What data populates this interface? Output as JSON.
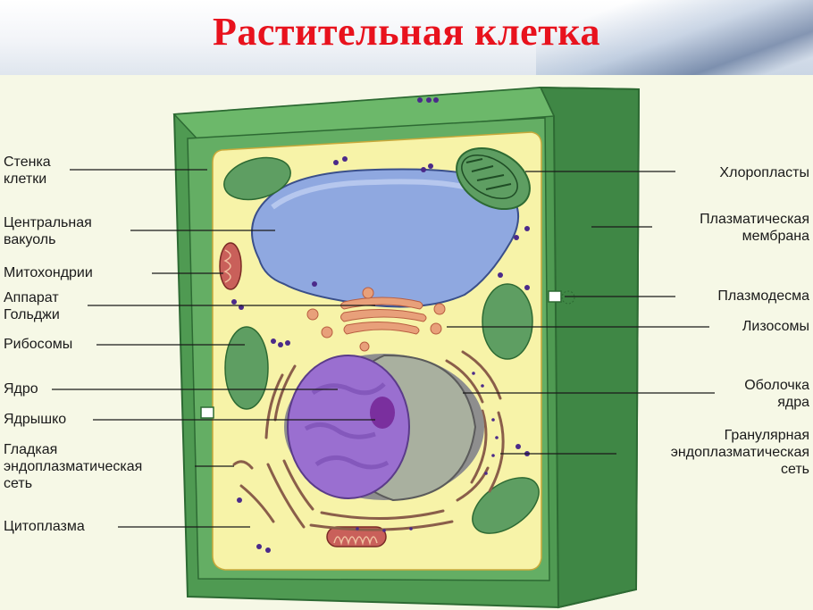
{
  "title": "Растительная клетка",
  "labels_left": [
    {
      "id": "cell-wall",
      "lines": [
        "Стенка",
        "клетки"
      ]
    },
    {
      "id": "central-vacuole",
      "lines": [
        "Центральная",
        "вакуоль"
      ]
    },
    {
      "id": "mitochondria",
      "lines": [
        "Митохондрии"
      ]
    },
    {
      "id": "golgi",
      "lines": [
        "Аппарат",
        "Гольджи"
      ]
    },
    {
      "id": "ribosomes",
      "lines": [
        "Рибосомы"
      ]
    },
    {
      "id": "nucleus",
      "lines": [
        "Ядро"
      ]
    },
    {
      "id": "nucleolus",
      "lines": [
        "Ядрышко"
      ]
    },
    {
      "id": "smooth-er",
      "lines": [
        "Гладкая",
        "эндоплазматическая",
        "сеть"
      ]
    },
    {
      "id": "cytoplasm",
      "lines": [
        "Цитоплазма"
      ]
    }
  ],
  "labels_right": [
    {
      "id": "chloroplasts",
      "lines": [
        "Хлоропласты"
      ]
    },
    {
      "id": "plasma-membrane",
      "lines": [
        "Плазматическая",
        "мембрана"
      ]
    },
    {
      "id": "plasmodesma",
      "lines": [
        "Плазмодесма"
      ]
    },
    {
      "id": "lysosomes",
      "lines": [
        "Лизосомы"
      ]
    },
    {
      "id": "nuclear-envelope",
      "lines": [
        "Оболочка",
        "ядра"
      ]
    },
    {
      "id": "rough-er",
      "lines": [
        "Гранулярная",
        "эндоплазматическая",
        "сеть"
      ]
    }
  ],
  "colors": {
    "title": "#e8121d",
    "cell_wall": "#5aa45a",
    "cytoplasm": "#f7f3a8",
    "vacuole": "#8fa8e0",
    "chloroplast": "#5e9e62",
    "nucleus": "#9a6fd0",
    "nucleolus": "#7a2f9e",
    "organelle_pink": "#e8a07a",
    "mitochondria": "#c9605a",
    "ribosome": "#4b2a8a"
  }
}
